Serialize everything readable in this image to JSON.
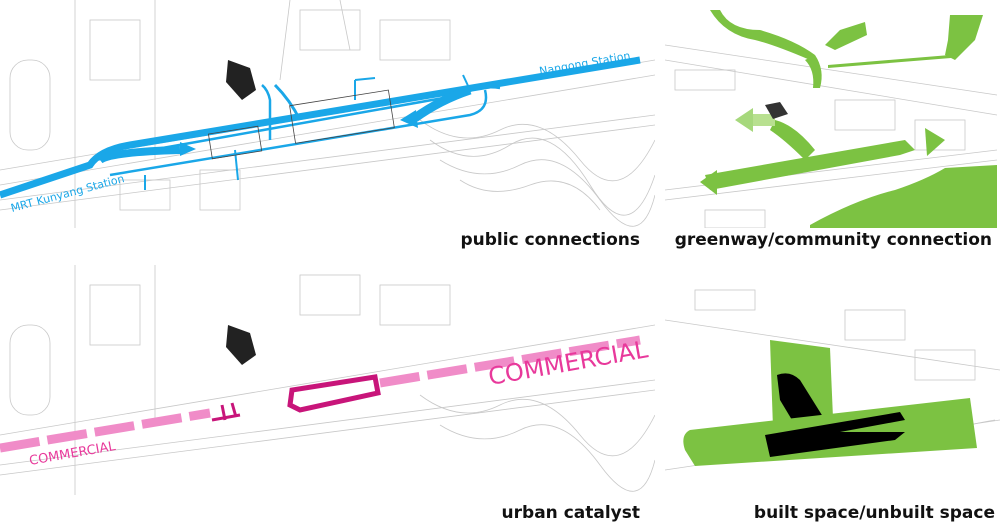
{
  "panels": [
    {
      "caption": "public connections",
      "labels": {
        "west_station": "MRT Kunyang Station",
        "east_station": "Nangong Station"
      },
      "accent": "#1aa7e8"
    },
    {
      "caption": "greenway/community connection",
      "accent": "#7cc242"
    },
    {
      "caption": "urban catalyst",
      "labels": {
        "commercial_east": "COMMERCIAL",
        "commercial_west": "COMMERCIAL"
      },
      "accent": "#e8399b"
    },
    {
      "caption": "built space/unbuilt space",
      "accent": "#7cc242",
      "built_color": "#000000"
    }
  ]
}
